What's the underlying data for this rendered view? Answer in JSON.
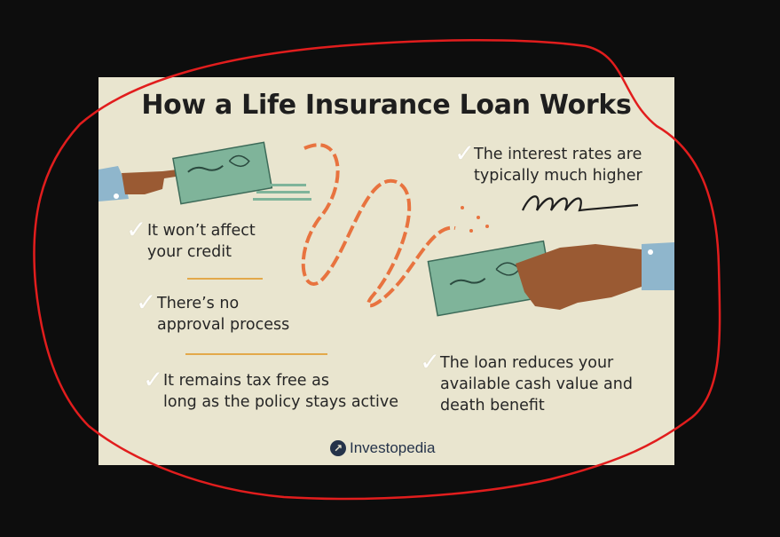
{
  "title": "How a Life Insurance Loan Works",
  "points": {
    "p1_line1": "It won’t affect",
    "p1_line2": "your credit",
    "p2_line1": "There’s no",
    "p2_line2": "approval process",
    "p3_line1": "It remains tax free as",
    "p3_line2": "long as the policy stays active",
    "p4_line1": "The interest rates are",
    "p4_line2": "typically much higher",
    "p5_line1": "The loan reduces your",
    "p5_line2": "available cash value and",
    "p5_line3": "death benefit"
  },
  "check_glyph": "✓",
  "brand": {
    "name": "Investopedia",
    "mark": "↗"
  },
  "colors": {
    "background": "#0d0d0d",
    "card": "#e9e5cf",
    "check_color": "#7fb49a",
    "accent_orange": "#e8733f",
    "rule": "#e3a94a",
    "annotation": "#e11d1d",
    "skin": "#9a5a33",
    "sleeve": "#8fb6cc"
  },
  "icons": [
    "check-icon",
    "hand-icon",
    "check-paper-icon",
    "signature-icon",
    "squiggle-line-icon",
    "investopedia-logo-icon"
  ]
}
